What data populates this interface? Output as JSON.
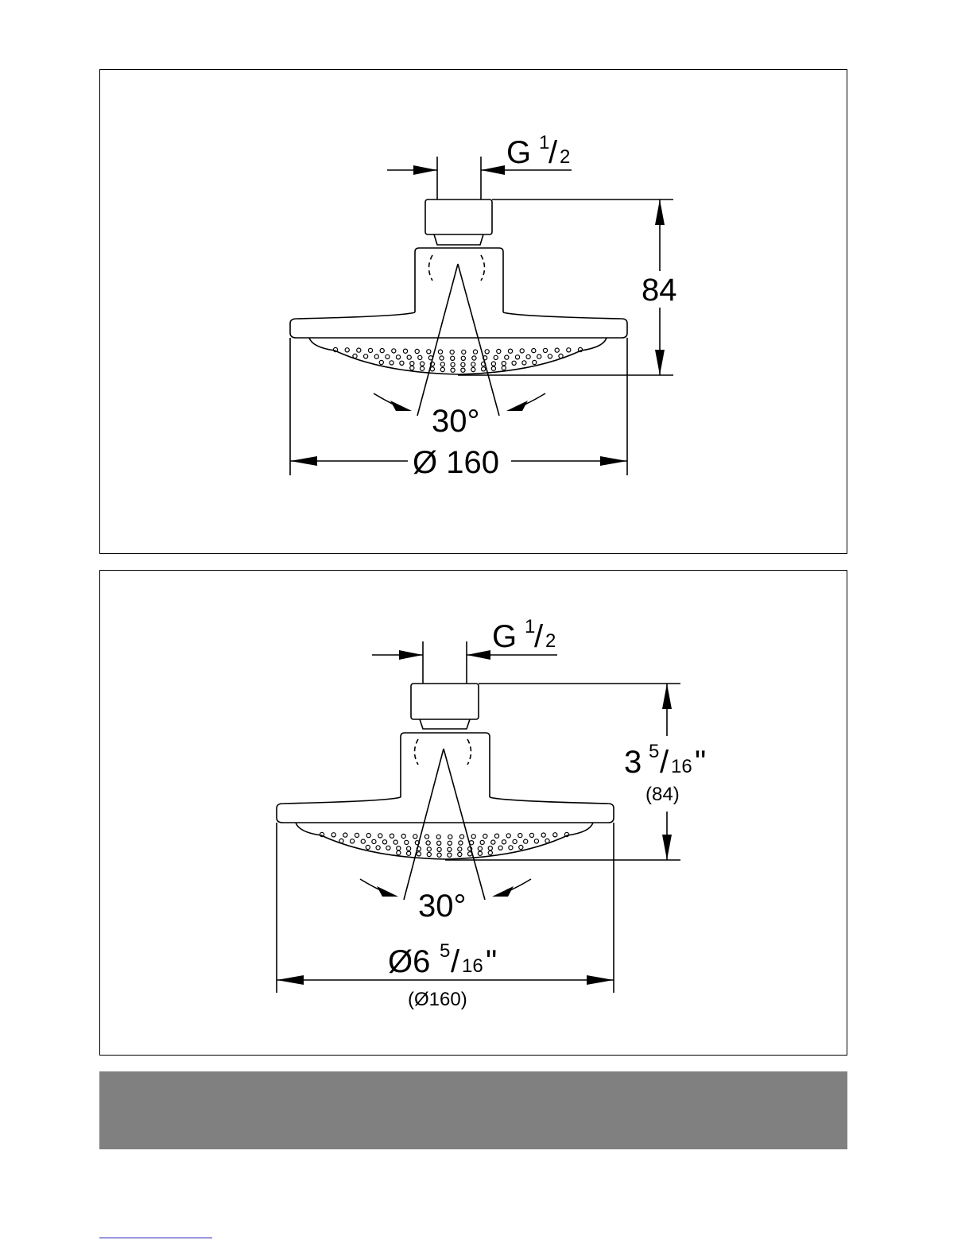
{
  "metric_view": {
    "thread_label": {
      "main": "G",
      "num": "1",
      "den": "2"
    },
    "height_label": "84",
    "angle_label": "30°",
    "diameter_label": "Ø 160"
  },
  "imperial_view": {
    "thread_label": {
      "main": "G",
      "num": "1",
      "den": "2"
    },
    "height_label": {
      "whole": "3",
      "num": "5",
      "den": "16",
      "unit": "\""
    },
    "height_mm_label": "(84)",
    "angle_label": "30°",
    "diameter_label": {
      "whole": "Ø6",
      "num": "5",
      "den": "16",
      "unit": "\""
    },
    "diameter_mm_label": "(Ø160)"
  },
  "colors": {
    "line": "#000000",
    "band": "#808080",
    "footer_line": "#2020c0"
  }
}
